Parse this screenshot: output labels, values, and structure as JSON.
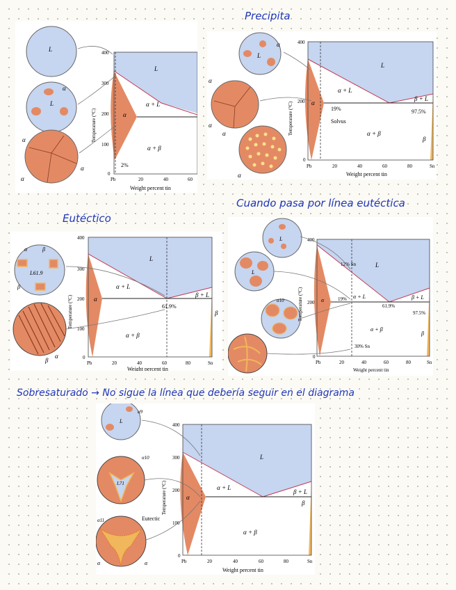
{
  "headings": {
    "precipita": "Precipita",
    "cuando": "Cuando pasa por línea eutéctica",
    "eutectico": "Eutéctico",
    "sobresaturado": "Sobresaturado → No sigue la línea que debería seguir en el diagrama"
  },
  "labels": {
    "L": "L",
    "alpha": "α",
    "beta": "β",
    "alpha_L": "α + L",
    "beta_L": "β + L",
    "alpha_beta": "α + β",
    "L619": "L61.9",
    "alpha10": "α10",
    "alpha11": "α11",
    "alpha9": "α9",
    "L71": "L71",
    "eutectic": "Eutectic",
    "solvus": "Solvus",
    "pct2": "2%",
    "pct19": "19%",
    "pct619": "61.9%",
    "pct975": "97.5%",
    "pct12sn": "12% Sn",
    "pct30sn": "30% Sn"
  },
  "axes": {
    "xlabel": "Weight percent tin",
    "ylabel": "Temperature (°C)",
    "xticks": [
      "Pb",
      "20",
      "40",
      "60",
      "80",
      "Sn"
    ],
    "yticks": [
      "0",
      "100",
      "200",
      "300",
      "400"
    ]
  },
  "colors": {
    "liquid": "#c6d5f0",
    "alpha": "#e38a64",
    "beta": "#f0b75c",
    "ink": "#1f36b8"
  },
  "chart_data": [
    {
      "type": "area",
      "panel": "top-left",
      "ylim": [
        0,
        400
      ],
      "xlim": [
        0,
        100
      ],
      "composition_line_wt_sn": 2
    },
    {
      "type": "area",
      "panel": "top-right",
      "ylim": [
        0,
        400
      ],
      "xlim": [
        0,
        100
      ],
      "composition_line_wt_sn": 10
    },
    {
      "type": "area",
      "panel": "middle-left",
      "ylim": [
        0,
        400
      ],
      "xlim": [
        0,
        100
      ],
      "composition_line_wt_sn": 61.9
    },
    {
      "type": "area",
      "panel": "middle-right",
      "ylim": [
        0,
        400
      ],
      "xlim": [
        0,
        100
      ],
      "composition_line_wt_sn": 30
    },
    {
      "type": "area",
      "panel": "bottom",
      "ylim": [
        0,
        400
      ],
      "xlim": [
        0,
        100
      ],
      "composition_line_wt_sn": 15
    }
  ]
}
